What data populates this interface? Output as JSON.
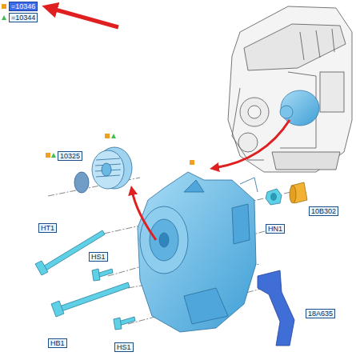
{
  "diagram": {
    "labels": [
      "10325",
      "10B302",
      "HT1",
      "HS1",
      "HN1",
      "HB1",
      "HS1",
      "18A635"
    ],
    "legend": [
      {
        "text": "=10346"
      },
      {
        "text": "=10344"
      }
    ]
  }
}
